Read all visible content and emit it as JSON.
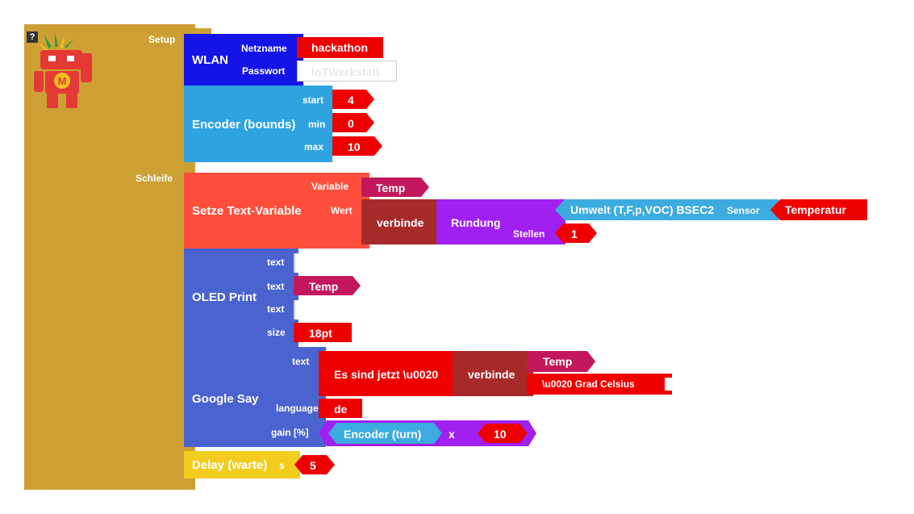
{
  "colors": {
    "main_block": "#cda033",
    "wlan": "#1414e6",
    "encoder": "#2ea3e0",
    "setze": "#ff4f3c",
    "oled": "#4a63cf",
    "google": "#4a63cf",
    "delay": "#f2cd1e",
    "text_value": "#ee0000",
    "variable": "#c2185b",
    "verbinde": "#a72a2a",
    "rundung": "#a020f0",
    "umwelt": "#3cabe0"
  },
  "main": {
    "help_label": "?",
    "setup_label": "Setup",
    "loop_label": "Schleife",
    "logo_icon": "maker-robot-icon"
  },
  "wlan": {
    "title": "WLAN",
    "netzname_label": "Netzname",
    "netzname_value": "hackathon",
    "passwort_label": "Passwort",
    "passwort_value": "IoTWerkstatt"
  },
  "encoder": {
    "title": "Encoder (bounds)",
    "start_label": "start",
    "start_value": "4",
    "min_label": "min",
    "min_value": "0",
    "max_label": "max",
    "max_value": "10"
  },
  "setze": {
    "title": "Setze Text-Variable",
    "variable_label": "Variable",
    "variable_value": "Temp",
    "wert_label": "Wert",
    "verbinde_label": "verbinde",
    "rundung_label": "Rundung",
    "stellen_label": "Stellen",
    "stellen_value": "1",
    "umwelt_label": "Umwelt (T,F,p,VOC) BSEC2",
    "sensor_label": "Sensor",
    "sensor_value": "Temperatur"
  },
  "oled": {
    "title": "OLED Print",
    "text_label_1": "text",
    "text_label_2": "text",
    "text_value_2": "Temp",
    "text_label_3": "text",
    "size_label": "size",
    "size_value": "18pt"
  },
  "google": {
    "title": "Google Say",
    "text_label": "text",
    "text_value": "Es sind jetzt \\u0020",
    "verbinde_label": "verbinde",
    "verbinde_item_1": "Temp",
    "verbinde_item_2": "\\u0020 Grad Celsius",
    "language_label": "language",
    "language_value": "de",
    "gain_label": "gain [%]",
    "encoder_turn_label": "Encoder (turn)",
    "multiply_label": "x",
    "multiply_value": "10"
  },
  "delay": {
    "title": "Delay (warte)",
    "unit_label": "s",
    "value": "5"
  }
}
